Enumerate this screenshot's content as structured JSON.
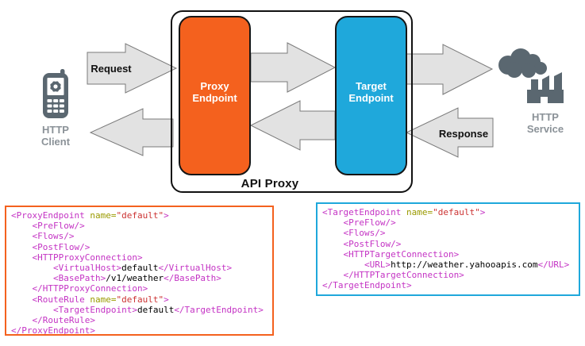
{
  "diagram": {
    "api_proxy_label": "API Proxy",
    "proxy_endpoint": {
      "line1": "Proxy",
      "line2": "Endpoint"
    },
    "target_endpoint": {
      "line1": "Target",
      "line2": "Endpoint"
    },
    "request_label": "Request",
    "response_label": "Response",
    "http_client_label": {
      "line1": "HTTP",
      "line2": "Client"
    },
    "http_service_label": {
      "line1": "HTTP",
      "line2": "Service"
    },
    "icons": {
      "client": "phone-gear-icon",
      "service": "factory-cloud-icon"
    }
  },
  "colors": {
    "proxy_endpoint": "#F4611E",
    "target_endpoint": "#1FA8DB",
    "arrow_fill": "#E2E2E2",
    "arrow_stroke": "#7A7A7A",
    "icon_gray": "#5A6770",
    "label_gray": "#8B9298",
    "code_tag": "#C433C4",
    "code_attr": "#9A9A00",
    "code_value": "#CC3333",
    "code_text": "#000000"
  },
  "code_blocks": [
    {
      "name": "proxy-endpoint-config",
      "border_color": "#F4611E",
      "lines": [
        [
          {
            "c": "tag",
            "t": "<ProxyEndpoint "
          },
          {
            "c": "attr",
            "t": "name="
          },
          {
            "c": "val",
            "t": "\"default\""
          },
          {
            "c": "tag",
            "t": ">"
          }
        ],
        [
          {
            "c": "tag",
            "t": "    <PreFlow/>"
          }
        ],
        [
          {
            "c": "tag",
            "t": "    <Flows/>"
          }
        ],
        [
          {
            "c": "tag",
            "t": "    <PostFlow/>"
          }
        ],
        [
          {
            "c": "tag",
            "t": "    <HTTPProxyConnection>"
          }
        ],
        [
          {
            "c": "tag",
            "t": "        <VirtualHost>"
          },
          {
            "c": "txt",
            "t": "default"
          },
          {
            "c": "tag",
            "t": "</VirtualHost>"
          }
        ],
        [
          {
            "c": "tag",
            "t": "        <BasePath>"
          },
          {
            "c": "txt",
            "t": "/v1/weather"
          },
          {
            "c": "tag",
            "t": "</BasePath>"
          }
        ],
        [
          {
            "c": "tag",
            "t": "    </HTTPProxyConnection>"
          }
        ],
        [
          {
            "c": "tag",
            "t": "    <RouteRule "
          },
          {
            "c": "attr",
            "t": "name="
          },
          {
            "c": "val",
            "t": "\"default\""
          },
          {
            "c": "tag",
            "t": ">"
          }
        ],
        [
          {
            "c": "tag",
            "t": "        <TargetEndpoint>"
          },
          {
            "c": "txt",
            "t": "default"
          },
          {
            "c": "tag",
            "t": "</TargetEndpoint>"
          }
        ],
        [
          {
            "c": "tag",
            "t": "    </RouteRule>"
          }
        ],
        [
          {
            "c": "tag",
            "t": "</ProxyEndpoint>"
          }
        ]
      ]
    },
    {
      "name": "target-endpoint-config",
      "border_color": "#1FA8DB",
      "lines": [
        [
          {
            "c": "tag",
            "t": "<TargetEndpoint "
          },
          {
            "c": "attr",
            "t": "name="
          },
          {
            "c": "val",
            "t": "\"default\""
          },
          {
            "c": "tag",
            "t": ">"
          }
        ],
        [
          {
            "c": "tag",
            "t": "    <PreFlow/>"
          }
        ],
        [
          {
            "c": "tag",
            "t": "    <Flows/>"
          }
        ],
        [
          {
            "c": "tag",
            "t": "    <PostFlow/>"
          }
        ],
        [
          {
            "c": "tag",
            "t": "    <HTTPTargetConnection>"
          }
        ],
        [
          {
            "c": "tag",
            "t": "        <URL>"
          },
          {
            "c": "txt",
            "t": "http://weather.yahooapis.com"
          },
          {
            "c": "tag",
            "t": "</URL>"
          }
        ],
        [
          {
            "c": "tag",
            "t": "    </HTTPTargetConnection>"
          }
        ],
        [
          {
            "c": "tag",
            "t": "</TargetEndpoint>"
          }
        ]
      ]
    }
  ]
}
